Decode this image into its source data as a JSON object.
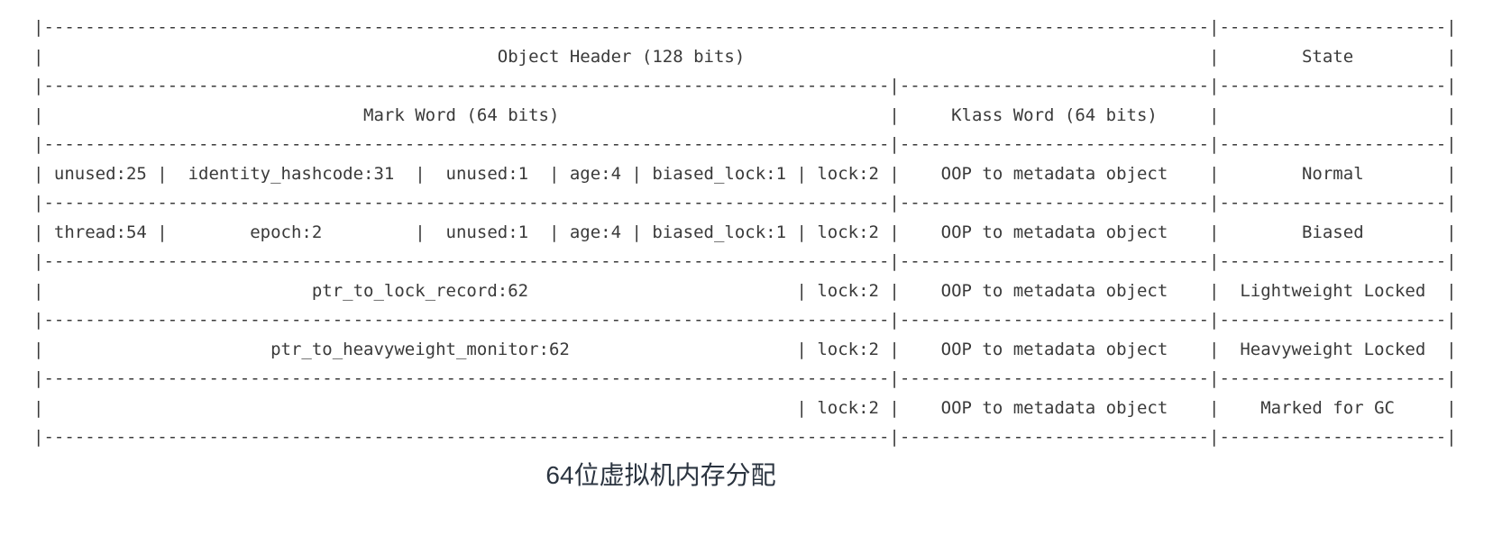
{
  "diagram": {
    "caption": "64位虚拟机内存分配",
    "structure": {
      "header": {
        "object_header": "Object Header (128 bits)",
        "state": "State"
      },
      "subheader": {
        "mark_word": "Mark Word (64 bits)",
        "klass_word": "Klass Word (64 bits)"
      },
      "rows": [
        {
          "mark_word_fields": [
            "unused:25",
            "identity_hashcode:31",
            "unused:1",
            "age:4",
            "biased_lock:1",
            "lock:2"
          ],
          "klass_word": "OOP to metadata object",
          "state": "Normal"
        },
        {
          "mark_word_fields": [
            "thread:54",
            "epoch:2",
            "unused:1",
            "age:4",
            "biased_lock:1",
            "lock:2"
          ],
          "klass_word": "OOP to metadata object",
          "state": "Biased"
        },
        {
          "mark_word_fields": [
            "ptr_to_lock_record:62",
            "lock:2"
          ],
          "klass_word": "OOP to metadata object",
          "state": "Lightweight Locked"
        },
        {
          "mark_word_fields": [
            "ptr_to_heavyweight_monitor:62",
            "lock:2"
          ],
          "klass_word": "OOP to metadata object",
          "state": "Heavyweight Locked"
        },
        {
          "mark_word_fields": [
            "",
            "lock:2"
          ],
          "klass_word": "OOP to metadata object",
          "state": "Marked for GC"
        }
      ]
    },
    "ascii_lines": [
      "|-----------------------------------------------------------------------------------------------------------------|----------------------|",
      "|                                            Object Header (128 bits)                                             |        State         |",
      "|----------------------------------------------------------------------------------|------------------------------|----------------------|",
      "|                               Mark Word (64 bits)                                |     Klass Word (64 bits)     |                      |",
      "|----------------------------------------------------------------------------------|------------------------------|----------------------|",
      "| unused:25 |  identity_hashcode:31  |  unused:1  | age:4 | biased_lock:1 | lock:2 |    OOP to metadata object    |        Normal        |",
      "|----------------------------------------------------------------------------------|------------------------------|----------------------|",
      "| thread:54 |        epoch:2         |  unused:1  | age:4 | biased_lock:1 | lock:2 |    OOP to metadata object    |        Biased        |",
      "|----------------------------------------------------------------------------------|------------------------------|----------------------|",
      "|                          ptr_to_lock_record:62                          | lock:2 |    OOP to metadata object    |  Lightweight Locked  |",
      "|----------------------------------------------------------------------------------|------------------------------|----------------------|",
      "|                      ptr_to_heavyweight_monitor:62                      | lock:2 |    OOP to metadata object    |  Heavyweight Locked  |",
      "|----------------------------------------------------------------------------------|------------------------------|----------------------|",
      "|                                                                         | lock:2 |    OOP to metadata object    |    Marked for GC     |",
      "|----------------------------------------------------------------------------------|------------------------------|----------------------|"
    ]
  },
  "colors": {
    "background": "#ffffff",
    "table_text": "#3a3a3a",
    "caption_text": "#2b3440"
  }
}
